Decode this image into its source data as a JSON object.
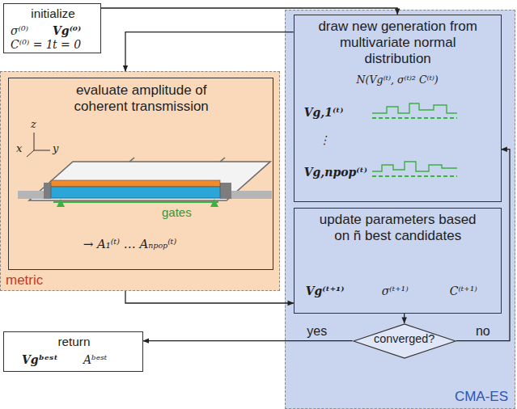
{
  "diagram": {
    "nodes": [
      {
        "text": [
          "initialize",
          "σ⁽⁰⁾",
          "Vg⁽⁰⁾",
          "C⁽⁰⁾ = 1",
          "t = 0"
        ]
      },
      {
        "text": [
          "CMA-ES"
        ]
      },
      {
        "text": [
          "draw new generation from multivariate normal distribution",
          "N(Vg⁽ᵗ⁾, σ⁽ᵗ⁾² C⁽ᵗ⁾)",
          "Vg,1⁽ᵗ⁾",
          "⋮",
          "Vg,npop⁽ᵗ⁾"
        ],
        "in": 1
      },
      {
        "text": [
          "update parameters based on ñ best candidates",
          "Vg⁽ᵗ⁺¹⁾",
          "σ⁽ᵗ⁺¹⁾",
          "C⁽ᵗ⁺¹⁾"
        ],
        "in": 1
      },
      {
        "text": [
          "converged?"
        ],
        "in": 1
      },
      {
        "text": [
          "metric"
        ]
      },
      {
        "text": [
          "evaluate amplitude of coherent transmission",
          "→ A₁⁽ᵗ⁾ … Aₙₚₒₚ⁽ᵗ⁾"
        ],
        "in": 5
      },
      {
        "text": [
          "return",
          "Vgᵇᵉˢᵗ",
          "Aᵇᵉˢᵗ"
        ]
      }
    ],
    "edges": [
      {
        "from": 0,
        "to": 2,
        "arrow": "to"
      },
      {
        "from": 2,
        "to": 5,
        "arrow": "to"
      },
      {
        "from": 5,
        "to": 3,
        "arrow": "to"
      },
      {
        "from": 3,
        "to": 4,
        "arrow": "to"
      },
      {
        "from": 4,
        "to": 7,
        "label": "yes",
        "arrow": "to"
      },
      {
        "from": 4,
        "to": 2,
        "label": "no",
        "arrow": "to"
      }
    ],
    "labels": [
      "z",
      "x",
      "y",
      "gates"
    ]
  }
}
